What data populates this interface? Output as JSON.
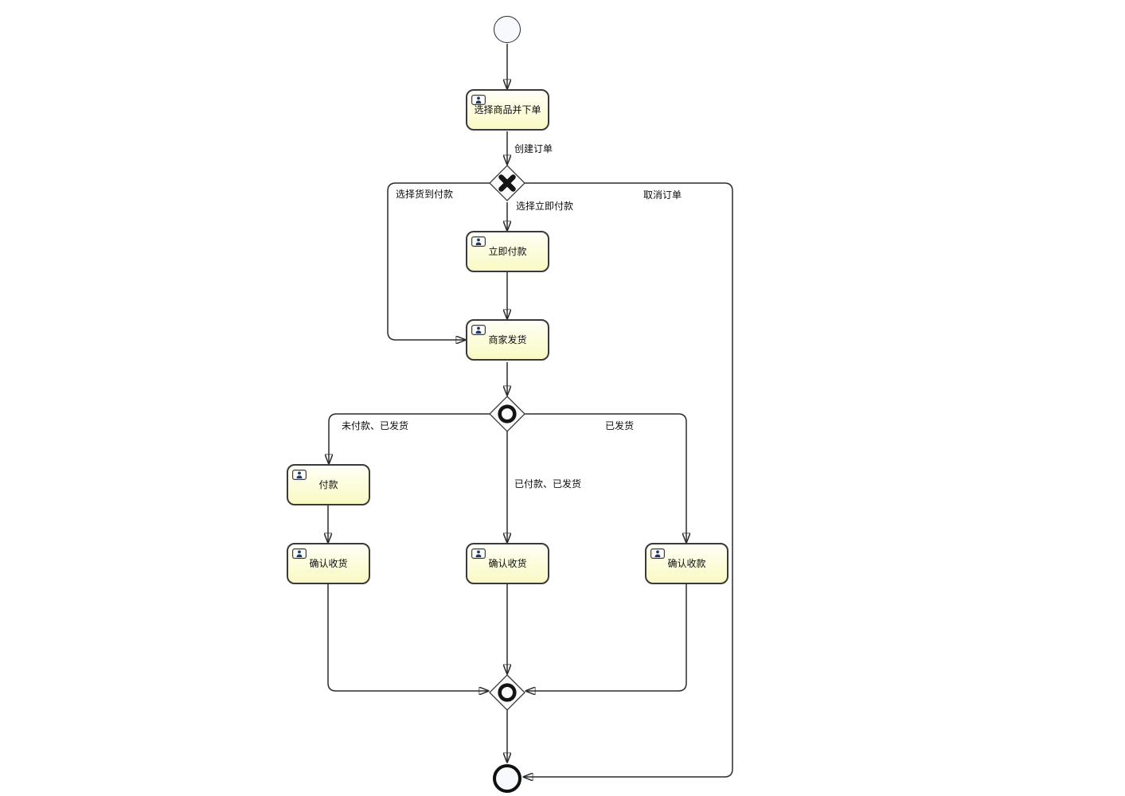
{
  "diagram": {
    "type": "bpmn-process-flow",
    "nodes": {
      "start_event": {
        "type": "start-event"
      },
      "task_select_product": {
        "label": "选择商品并下单",
        "icon": "user-icon"
      },
      "gateway_exclusive": {
        "type": "exclusive-gateway",
        "symbol": "X"
      },
      "task_pay_now": {
        "label": "立即付款",
        "icon": "user-icon"
      },
      "task_merchant_ship": {
        "label": "商家发货",
        "icon": "user-icon"
      },
      "gateway_inclusive_split": {
        "type": "inclusive-gateway",
        "symbol": "O"
      },
      "task_pay": {
        "label": "付款",
        "icon": "user-icon"
      },
      "task_confirm_receipt_left": {
        "label": "确认收货",
        "icon": "user-icon"
      },
      "task_confirm_receipt_center": {
        "label": "确认收货",
        "icon": "user-icon"
      },
      "task_confirm_payment": {
        "label": "确认收款",
        "icon": "user-icon"
      },
      "gateway_inclusive_join": {
        "type": "inclusive-gateway",
        "symbol": "O"
      },
      "end_event": {
        "type": "end-event"
      }
    },
    "edge_labels": {
      "create_order": "创建订单",
      "choose_cod": "选择货到付款",
      "choose_pay_now": "选择立即付款",
      "cancel_order": "取消订单",
      "unpaid_shipped": "未付款、已发货",
      "shipped": "已发货",
      "paid_shipped": "已付款、已发货"
    },
    "colors": {
      "canvas_background": "#ffffff",
      "task_fill_top": "#fefef7",
      "task_fill_bottom": "#f9f9c4",
      "task_border": "#3a3a3a",
      "edge_stroke": "#2b2b2b",
      "gateway_fill": "#fbfbfb",
      "event_fill": "#f7f9fc",
      "symbol_color": "#141414",
      "label_color": "#0d0d0d"
    }
  }
}
